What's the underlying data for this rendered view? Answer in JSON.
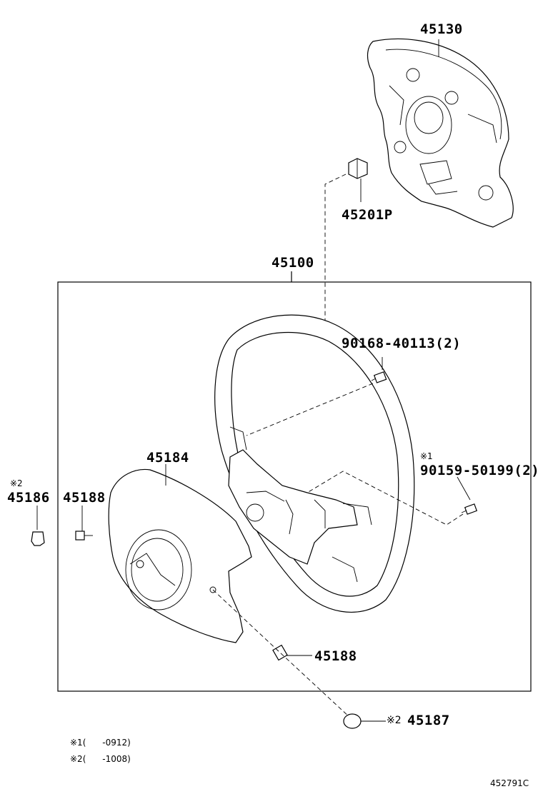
{
  "parts": {
    "p45130": "45130",
    "p45201p": "45201P",
    "p45100": "45100",
    "p90168": "90168-40113(2)",
    "p90159": "90159-50199(2)",
    "p45184": "45184",
    "p45186": "45186",
    "p45188_left": "45188",
    "p45188_bottom": "45188",
    "p45187": "45187"
  },
  "marks": {
    "m90159": "※1",
    "m45186": "※2",
    "m45187": "※2"
  },
  "notes": [
    {
      "mark": "※1",
      "range": "(      -0912)"
    },
    {
      "mark": "※2",
      "range": "(      -1008)"
    }
  ],
  "figure_code": "452791C"
}
